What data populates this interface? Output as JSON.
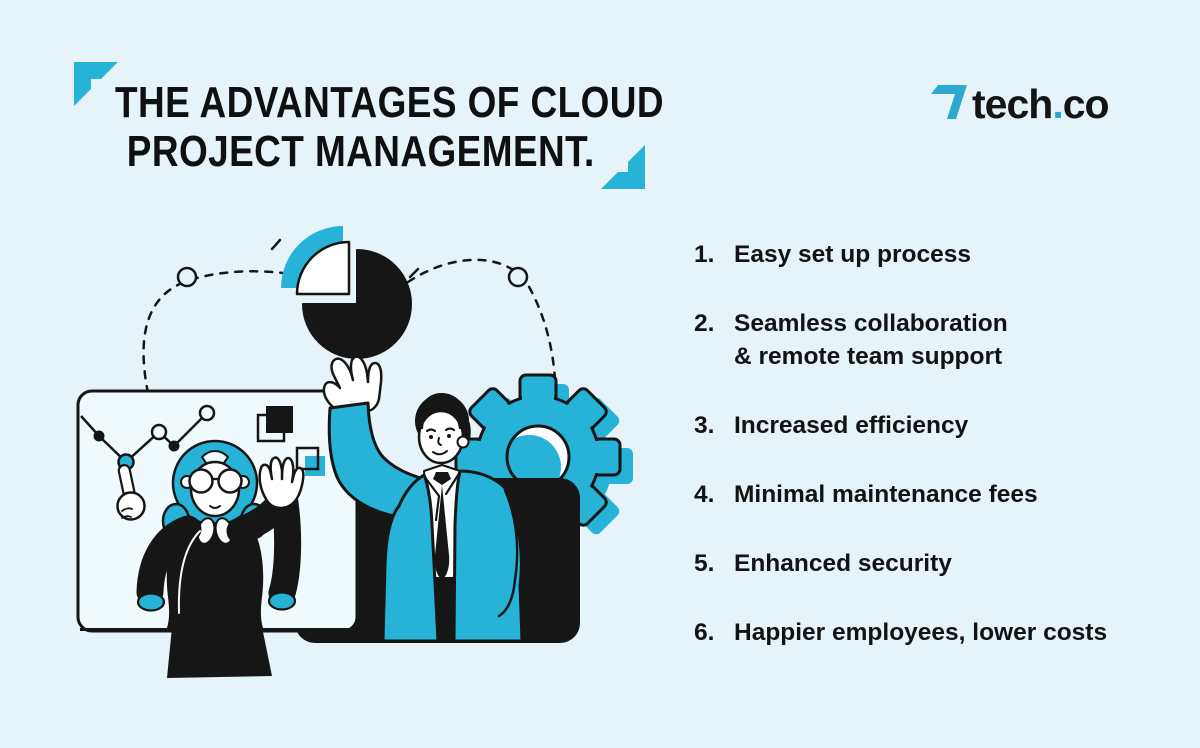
{
  "title": {
    "line1": "THE ADVANTAGES OF CLOUD",
    "line2": "PROJECT MANAGEMENT."
  },
  "logo": {
    "text_part1": "tech",
    "dot": ".",
    "text_part2": "co"
  },
  "advantages": [
    {
      "number": "1.",
      "text": "Easy set up process"
    },
    {
      "number": "2.",
      "text": "Seamless collaboration",
      "text_line2": "& remote team support"
    },
    {
      "number": "3.",
      "text": "Increased efficiency"
    },
    {
      "number": "4.",
      "text": "Minimal maintenance fees"
    },
    {
      "number": "5.",
      "text": "Enhanced security"
    },
    {
      "number": "6.",
      "text": "Happier employees, lower costs"
    }
  ],
  "colors": {
    "background": "#E6F3F9",
    "accent_cyan": "#26B3D7",
    "ink": "#161616",
    "logo_dot": "#29ABD0",
    "whiteboard_fill": "#F0F9FC"
  },
  "illustration": {
    "elements": [
      "pie-chart",
      "dashed-connectors",
      "whiteboard-line-chart",
      "decor-squares",
      "gear",
      "dark-panel",
      "woman-presenter",
      "man-in-suit"
    ]
  }
}
